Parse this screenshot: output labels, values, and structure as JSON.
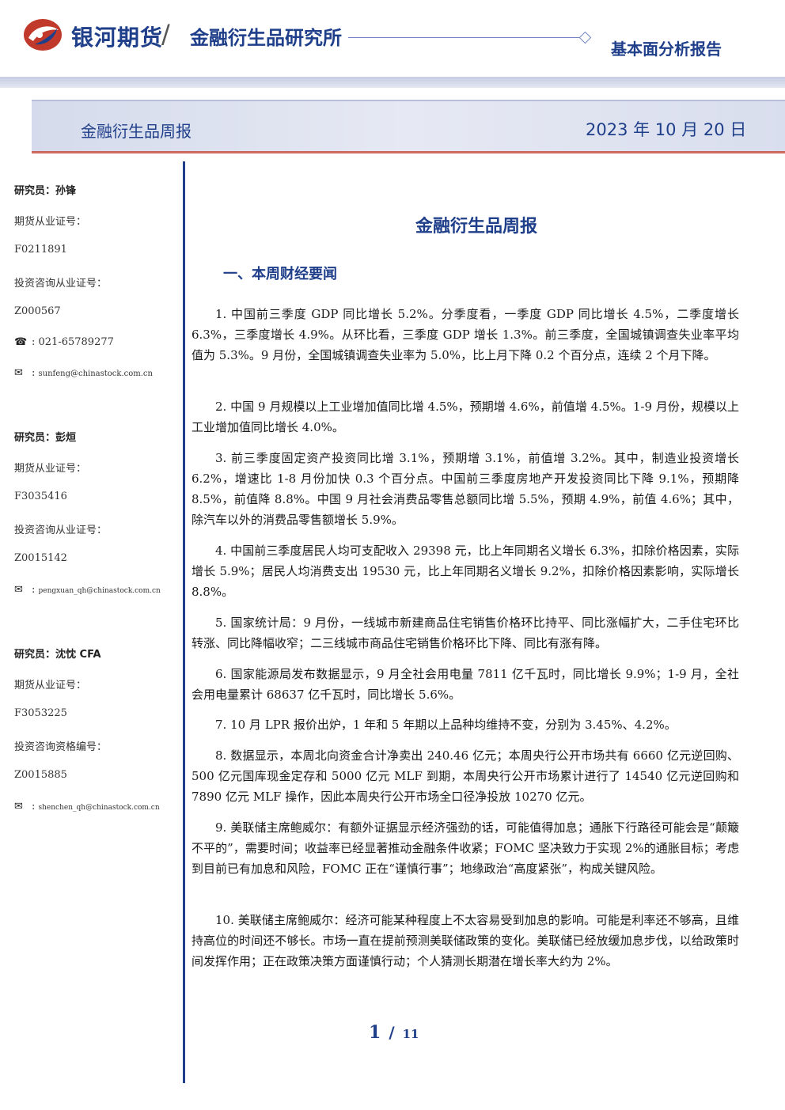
{
  "header": {
    "brand": "银河期货",
    "slash": "/",
    "institute": "金融衍生品研究所",
    "report_type": "基本面分析报告",
    "accent_color": "#1f3f8a",
    "logo_color": "#c0392b"
  },
  "title_bar": {
    "title": "金融衍生品周报",
    "date": "2023 年 10 月 20 日"
  },
  "sidebar": {
    "researchers": [
      {
        "name_line": "研究员：孙锋",
        "license_label": "期货从业证号：",
        "license": "F0211891",
        "consult_label": "投资咨询从业证号：",
        "consult": "Z000567",
        "phone": "021-65789277",
        "email": "sunfeng@chinastock.com.cn"
      },
      {
        "name_line": "研究员：彭烜",
        "license_label": "期货从业证号：",
        "license": "F3035416",
        "consult_label": "投资咨询从业证号：",
        "consult": "Z0015142",
        "email": "pengxuan_qh@chinastock.com.cn"
      },
      {
        "name_line": "研究员：沈忱  CFA",
        "license_label": "期货从业证号：",
        "license": "F3053225",
        "consult_label": "投资咨询资格编号：",
        "consult": "Z0015885",
        "email": "shenchen_qh@chinastock.com.cn"
      }
    ]
  },
  "main": {
    "doc_title": "金融衍生品周报",
    "section_heading": "一、本周财经要闻",
    "paragraphs": [
      "1. 中国前三季度 GDP 同比增长 5.2%。分季度看，一季度 GDP 同比增长 4.5%，二季度增长 6.3%，三季度增长 4.9%。从环比看，三季度 GDP 增长 1.3%。前三季度，全国城镇调查失业率平均值为 5.3%。9 月份，全国城镇调查失业率为 5.0%，比上月下降 0.2 个百分点，连续 2 个月下降。",
      "2. 中国 9 月规模以上工业增加值同比增 4.5%，预期增 4.6%，前值增 4.5%。1-9 月份，规模以上工业增加值同比增长 4.0%。",
      "3. 前三季度固定资产投资同比增 3.1%，预期增 3.1%，前值增 3.2%。其中，制造业投资增长 6.2%，增速比 1-8 月份加快 0.3 个百分点。中国前三季度房地产开发投资同比下降 9.1%，预期降 8.5%，前值降 8.8%。中国 9 月社会消费品零售总额同比增 5.5%，预期 4.9%，前值 4.6%；其中，除汽车以外的消费品零售额增长 5.9%。",
      "4. 中国前三季度居民人均可支配收入 29398 元，比上年同期名义增长 6.3%，扣除价格因素，实际增长 5.9%；居民人均消费支出 19530 元，比上年同期名义增长 9.2%，扣除价格因素影响，实际增长 8.8%。",
      "5. 国家统计局：9 月份，一线城市新建商品住宅销售价格环比持平、同比涨幅扩大，二手住宅环比转涨、同比降幅收窄；二三线城市商品住宅销售价格环比下降、同比有涨有降。",
      "6. 国家能源局发布数据显示，9 月全社会用电量 7811 亿千瓦时，同比增长 9.9%；1-9 月，全社会用电量累计 68637 亿千瓦时，同比增长 5.6%。",
      "7. 10 月 LPR 报价出炉，1 年和 5 年期以上品种均维持不变，分别为 3.45%、4.2%。",
      "8. 数据显示，本周北向资金合计净卖出 240.46 亿元；本周央行公开市场共有 6660 亿元逆回购、500 亿元国库现金定存和 5000 亿元 MLF 到期，本周央行公开市场累计进行了 14540 亿元逆回购和 7890 亿元 MLF 操作，因此本周央行公开市场全口径净投放 10270 亿元。",
      "9. 美联储主席鲍威尔：有额外证据显示经济强劲的话，可能值得加息；通胀下行路径可能会是“颠簸不平的”，需要时间；收益率已经显著推动金融条件收紧；FOMC 坚决致力于实现 2%的通胀目标；考虑到目前已有加息和风险，FOMC 正在“谨慎行事”；地缘政治“高度紧张”，构成关键风险。",
      "10. 美联储主席鲍威尔：经济可能某种程度上不太容易受到加息的影响。可能是利率还不够高，且维持高位的时间还不够长。市场一直在提前预测美联储政策的变化。美联储已经放缓加息步伐，以给政策时间发挥作用；正在政策决策方面谨慎行动；个人猜测长期潜在增长率大约为 2%。"
    ]
  },
  "footer": {
    "page_current": "1",
    "page_sep": "/",
    "page_total": "11"
  }
}
